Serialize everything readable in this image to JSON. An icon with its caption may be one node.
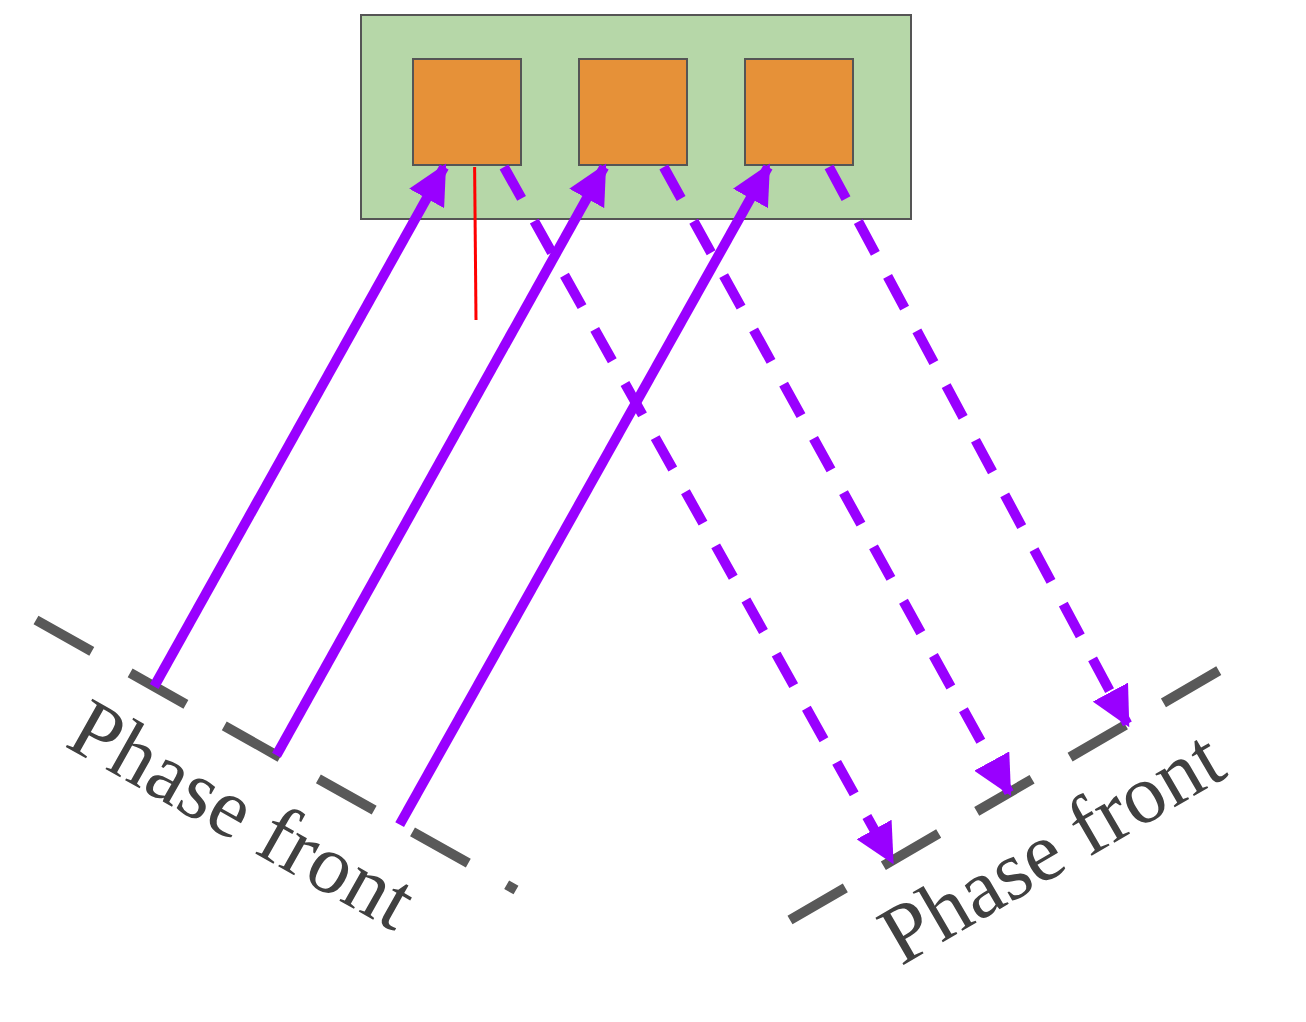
{
  "diagram": {
    "nodes": [
      {
        "text": [],
        "shape": "box"
      },
      {
        "text": [],
        "shape": "box",
        "in": 0
      },
      {
        "text": [],
        "shape": "box",
        "in": 0
      },
      {
        "text": [],
        "shape": "box",
        "in": 0
      },
      {
        "text": [
          "Phase front"
        ]
      },
      {
        "text": [
          "Phase front"
        ]
      }
    ],
    "edges": [
      {
        "from": 4,
        "to": 1,
        "arrow": "to"
      },
      {
        "from": 4,
        "to": 2,
        "arrow": "to"
      },
      {
        "from": 4,
        "to": 3,
        "arrow": "to"
      },
      {
        "from": 1,
        "to": 5,
        "arrow": "to",
        "style": "dashed"
      },
      {
        "from": 2,
        "to": 5,
        "arrow": "to",
        "style": "dashed"
      },
      {
        "from": 3,
        "to": 5,
        "arrow": "to",
        "style": "dashed"
      },
      {
        "from": 1,
        "to": null,
        "arrow": "none",
        "color": "#ff0000"
      }
    ]
  }
}
